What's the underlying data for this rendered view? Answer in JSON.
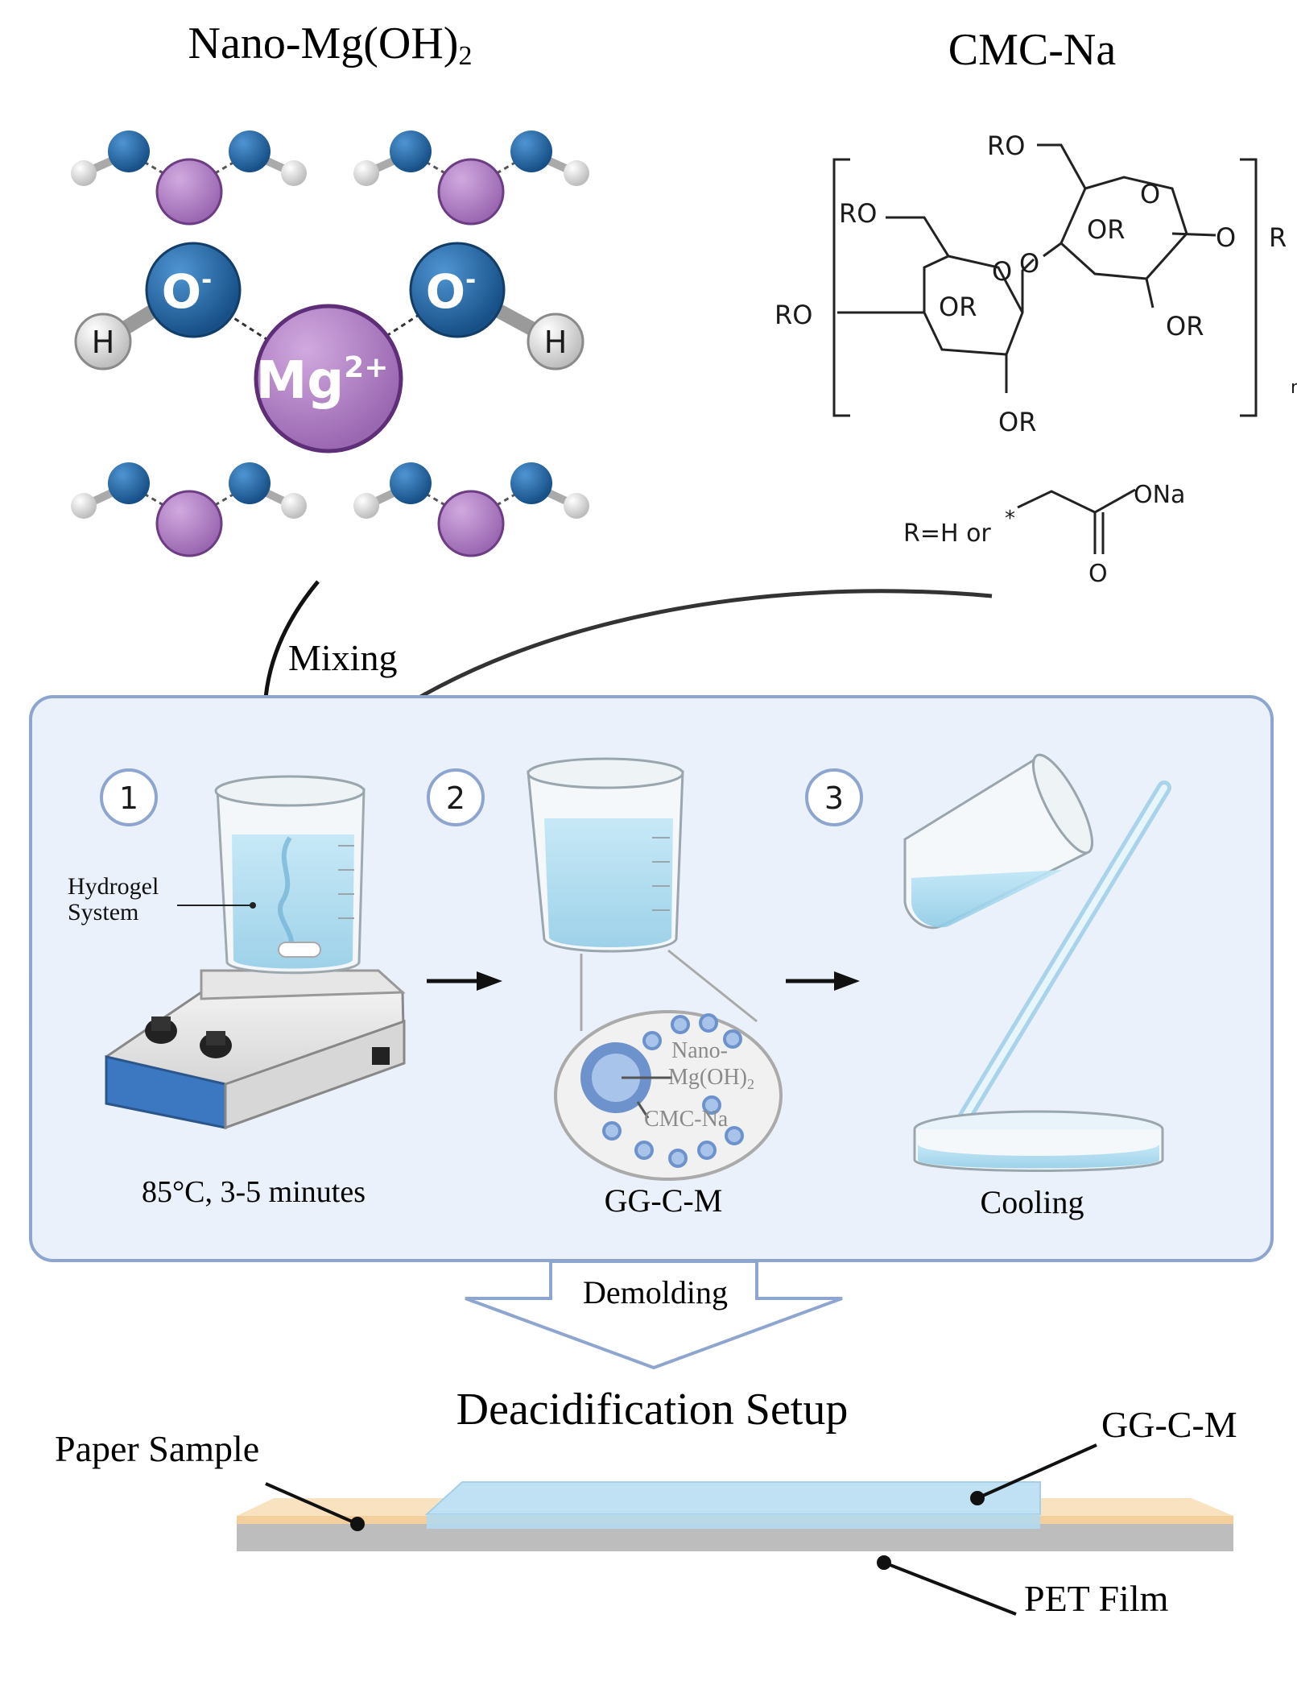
{
  "titles": {
    "left": "Nano-Mg(OH)",
    "left_sub": "2",
    "right": "CMC-Na"
  },
  "molecule": {
    "o_label": "O",
    "o_charge": "-",
    "h_label": "H",
    "mg_label": "Mg",
    "mg_charge": "2+"
  },
  "structure": {
    "ro": "RO",
    "or": "OR",
    "o": "O",
    "r": "R",
    "n": "n",
    "r_def": "R=H or",
    "star": "*",
    "ona": "ONa"
  },
  "flow": {
    "mixing": "Mixing",
    "hydrogel_line1": "Hydrogel",
    "hydrogel_line2": "System",
    "step1": "1",
    "step2": "2",
    "step3": "3",
    "cond": "85°C, 3-5 minutes",
    "gg_label": "GG-C-M",
    "nano_line1": "Nano-",
    "nano_line2": "Mg(OH)",
    "nano_sub": "2",
    "cmc_label": "CMC-Na",
    "cooling": "Cooling",
    "demolding": "Demolding"
  },
  "setup": {
    "title": "Deacidification Setup",
    "paper": "Paper Sample",
    "gg": "GG-C-M",
    "pet": "PET Film"
  },
  "colors": {
    "o_blue": "#1f65a6",
    "mg_purple": "#b383c6",
    "panel": "#eaf1fa",
    "panel_border": "#8ea6cf",
    "paper": "#f9e2bf",
    "pet": "#bdbdbd",
    "gel": "#bfe1f3"
  }
}
